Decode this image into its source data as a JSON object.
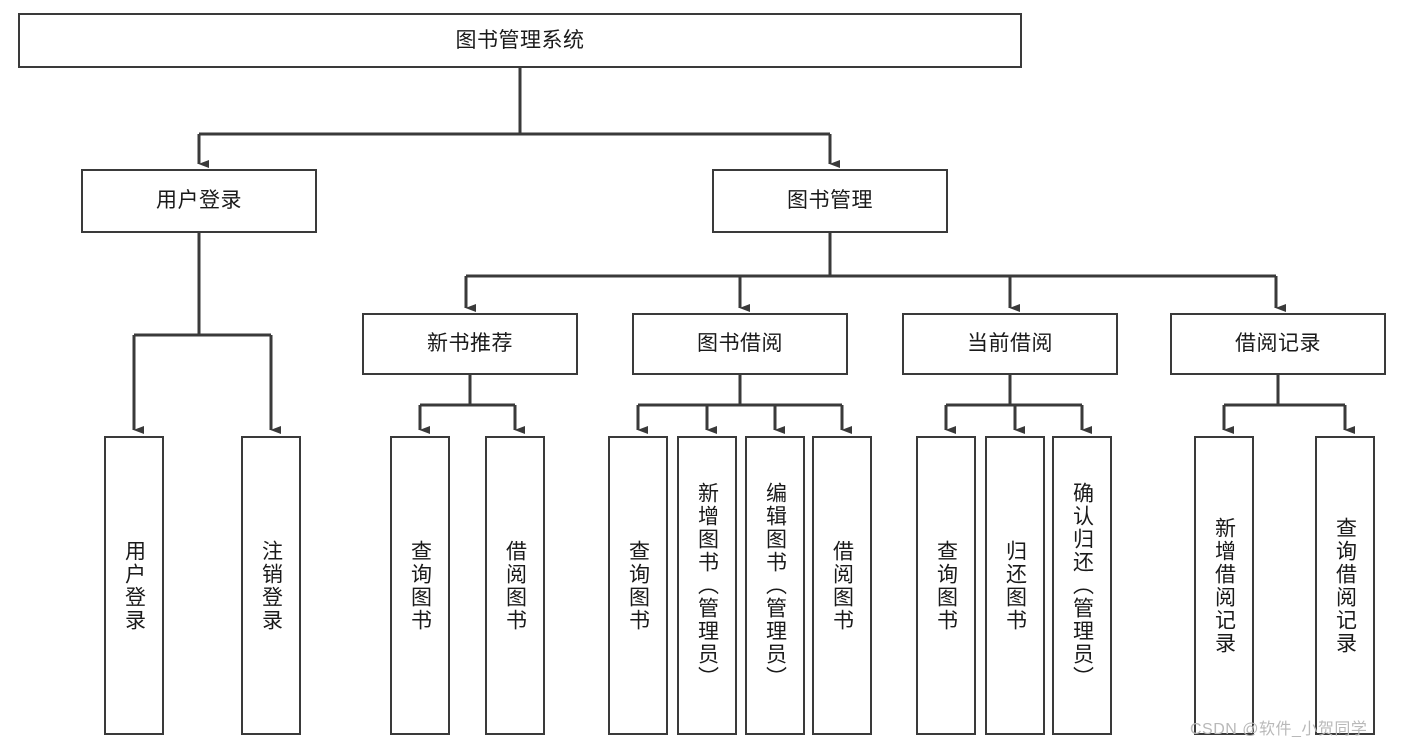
{
  "diagram": {
    "type": "hierarchy-tree",
    "title": "图书管理系统",
    "watermark": "CSDN @软件_小贺同学",
    "colors": {
      "box_border": "#3a3a3a",
      "box_fill": "#ffffff",
      "connector": "#3a3a3a",
      "text": "#1a1a1a",
      "watermark": "#b9b9b9"
    },
    "nodes": {
      "root": {
        "label": "图书管理系统"
      },
      "level2": [
        {
          "label": "用户登录"
        },
        {
          "label": "图书管理"
        }
      ],
      "level3": [
        {
          "label": "新书推荐"
        },
        {
          "label": "图书借阅"
        },
        {
          "label": "当前借阅"
        },
        {
          "label": "借阅记录"
        }
      ],
      "leaves": {
        "user_login": [
          {
            "label": "用户登录"
          },
          {
            "label": "注销登录"
          }
        ],
        "new_book_rec": [
          {
            "label": "查询图书"
          },
          {
            "label": "借阅图书"
          }
        ],
        "book_borrow": [
          {
            "label": "查询图书"
          },
          {
            "label": "新增图书（管理员）"
          },
          {
            "label": "编辑图书（管理员）"
          },
          {
            "label": "借阅图书"
          }
        ],
        "current_borrow": [
          {
            "label": "查询图书"
          },
          {
            "label": "归还图书"
          },
          {
            "label": "确认归还（管理员）"
          }
        ],
        "borrow_record": [
          {
            "label": "新增借阅记录"
          },
          {
            "label": "查询借阅记录"
          }
        ]
      }
    }
  }
}
